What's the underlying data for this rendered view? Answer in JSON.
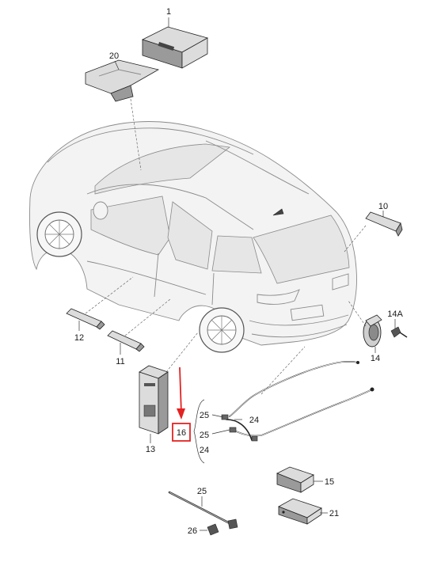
{
  "parts": [
    {
      "id": "label-1",
      "text": "1"
    },
    {
      "id": "label-20",
      "text": "20"
    },
    {
      "id": "label-10",
      "text": "10"
    },
    {
      "id": "label-14a",
      "text": "14A"
    },
    {
      "id": "label-14",
      "text": "14"
    },
    {
      "id": "label-12",
      "text": "12"
    },
    {
      "id": "label-11",
      "text": "11"
    },
    {
      "id": "label-13",
      "text": "13"
    },
    {
      "id": "label-16",
      "text": "16"
    },
    {
      "id": "label-25-top",
      "text": "25"
    },
    {
      "id": "label-24-top",
      "text": "24"
    },
    {
      "id": "label-25-mid",
      "text": "25"
    },
    {
      "id": "label-24-bottom",
      "text": "24"
    },
    {
      "id": "label-15",
      "text": "15"
    },
    {
      "id": "label-21",
      "text": "21"
    },
    {
      "id": "label-25-bottom",
      "text": "25"
    },
    {
      "id": "label-26",
      "text": "26"
    }
  ],
  "highlight": {
    "part": "16",
    "color": "#e32222"
  }
}
